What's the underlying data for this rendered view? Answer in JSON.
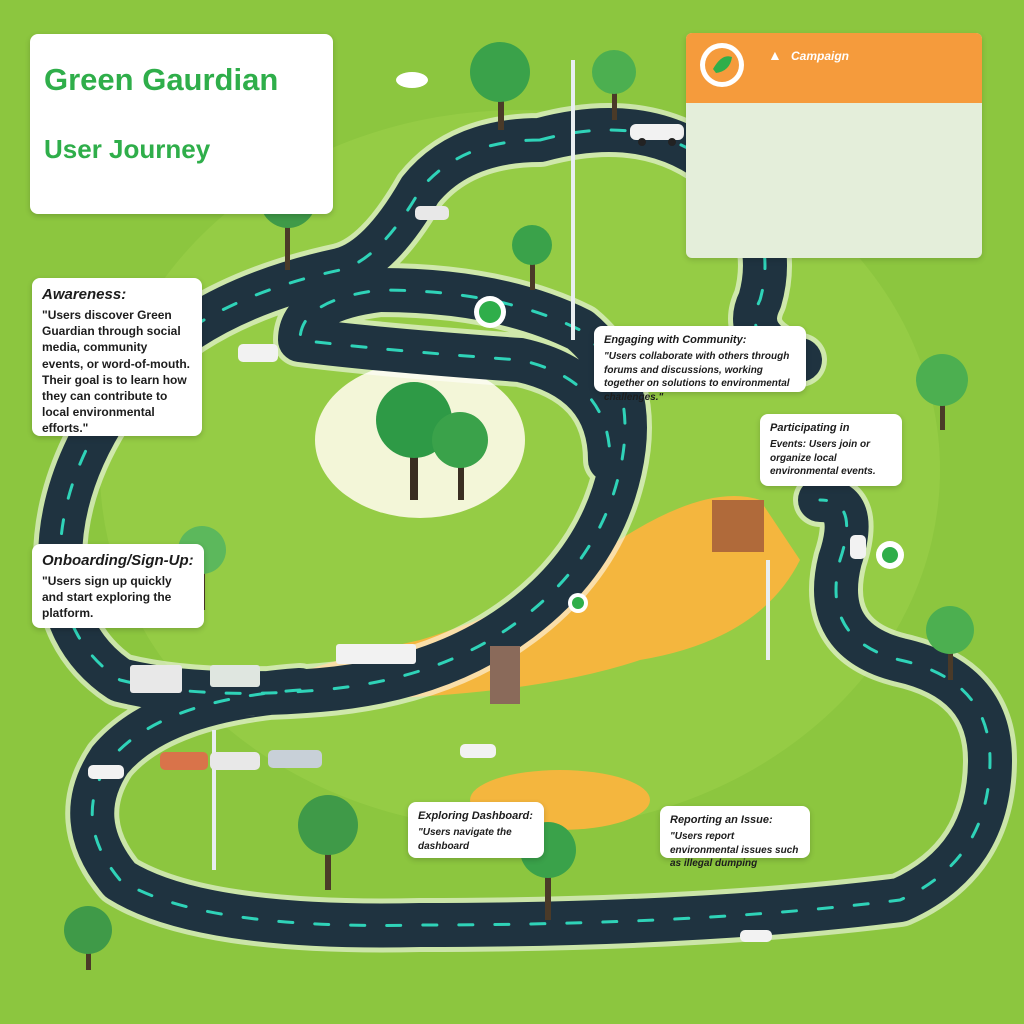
{
  "header": {
    "title": "Green Gaurdian",
    "subtitle": "User Journey"
  },
  "campaign": {
    "label": "Campaign",
    "color": "#f59b3c"
  },
  "steps": {
    "awareness": {
      "title": "Awareness:",
      "body": "\"Users discover Green Guardian through social media, community events, or word-of-mouth. Their goal is to learn how they can contribute to local environmental efforts.\""
    },
    "onboarding": {
      "title": "Onboarding/Sign-Up:",
      "body": "\"Users sign up quickly and start exploring the platform."
    },
    "community": {
      "title": "Engaging with Community:",
      "body": "\"Users collaborate with others through forums and discussions, working together on solutions to environmental challenges.\""
    },
    "events": {
      "title": "Participating in",
      "body": "Events: Users join or organize local environmental events."
    },
    "dashboard": {
      "title": "Exploring Dashboard:",
      "body": "\"Users navigate the dashboard"
    },
    "reporting": {
      "title": "Reporting an Issue:",
      "body": "\"Users report environmental issues such as illegal dumping"
    }
  },
  "colors": {
    "grass": "#8cc63f",
    "road": "#1f3340",
    "lane": "#2fd3b8",
    "accent_green": "#2fae4a",
    "path_orange": "#f4b63e"
  },
  "icons": [
    "tree-icon",
    "car-icon",
    "truck-icon",
    "map-pin-icon",
    "leaf-logo-icon"
  ]
}
